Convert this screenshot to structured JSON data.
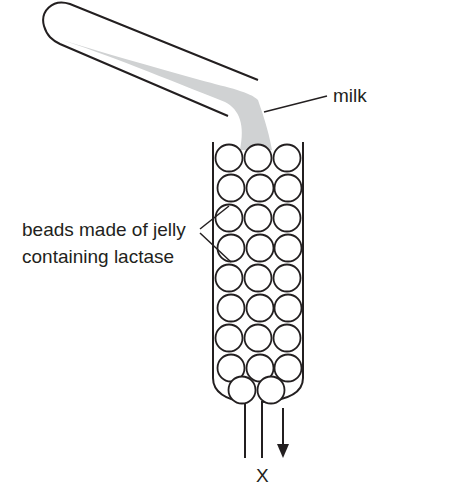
{
  "diagram": {
    "labels": [
      "milk",
      "beads made of jelly containing lactase",
      "X"
    ]
  }
}
